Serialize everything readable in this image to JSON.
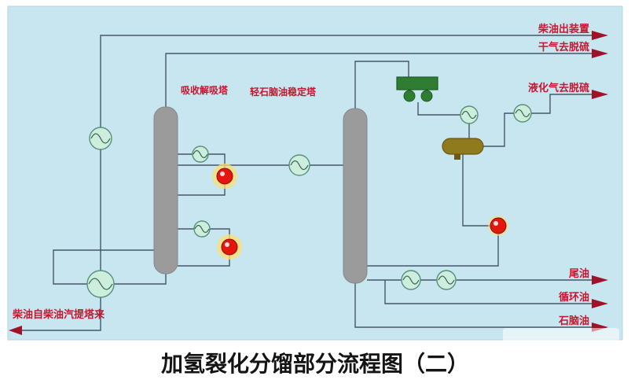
{
  "title": "加氢裂化分馏部分流程图（二）",
  "equipment": {
    "absorber": "吸收解吸塔",
    "stabilizer": "轻石脑油稳定塔"
  },
  "streams": {
    "diesel_out": "柴油出装置",
    "dry_gas_out": "干气去脱硫",
    "lpg_out": "液化气去脱硫",
    "tail_oil_out": "尾油",
    "recycle_oil_out": "循环油",
    "naphtha_out": "石脑油",
    "diesel_in": "柴油自柴油汽提塔来"
  },
  "colors": {
    "panel_background": "#c7e6f0",
    "pipe_line": "#46566a",
    "stream_label": "#c9152e",
    "column_gray": "#9b9b9b",
    "exchanger_fill": "#cdeedd",
    "pump_red": "#e3170d",
    "pump_glow": "#ffdf6e",
    "air_cooler_green": "#2e7d32",
    "drum_olive": "#8f7a1e",
    "arrow_red": "#a01228"
  }
}
